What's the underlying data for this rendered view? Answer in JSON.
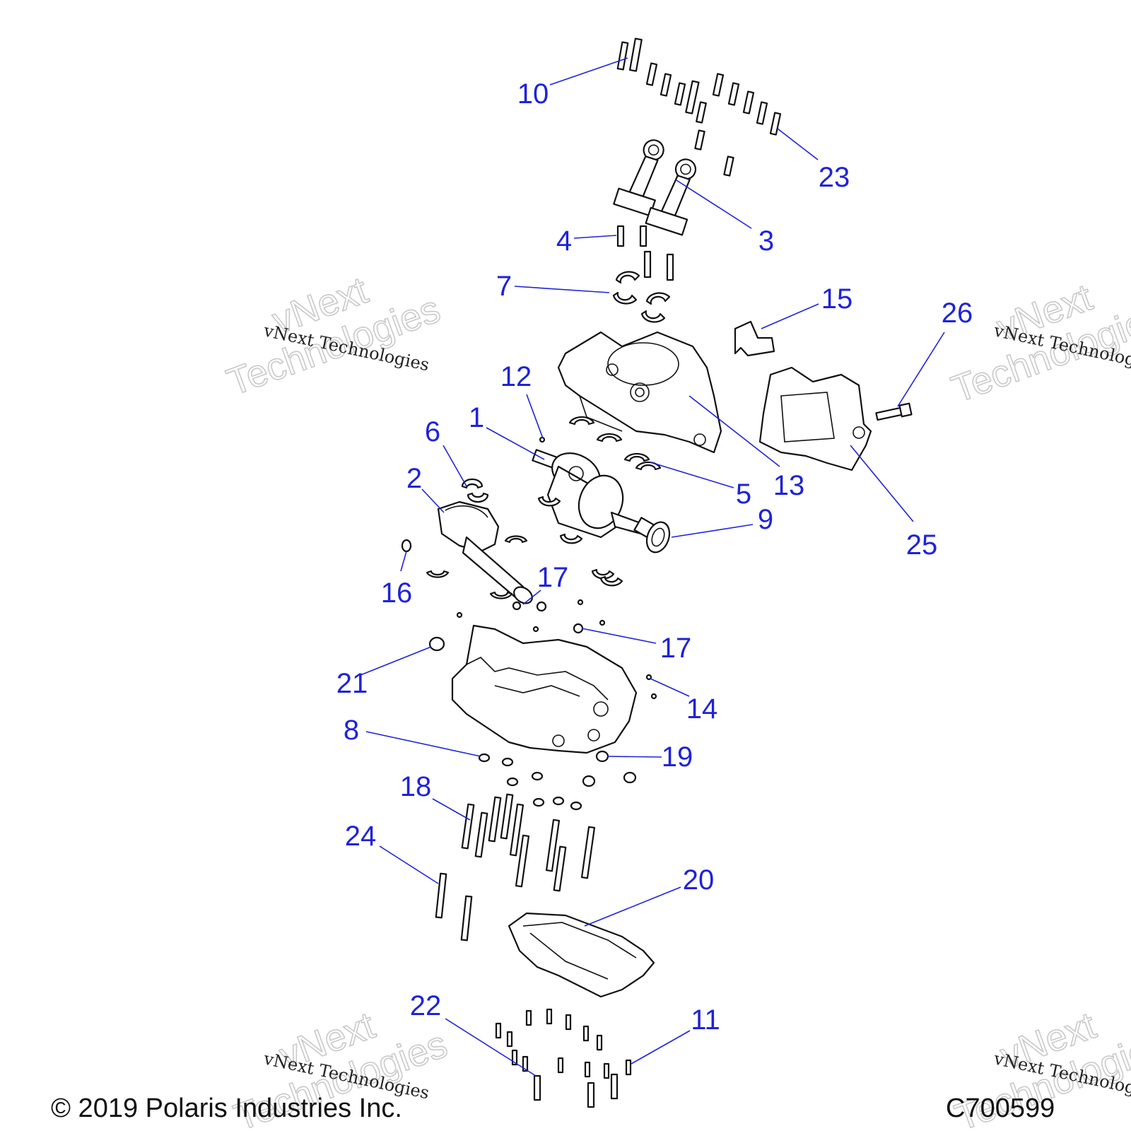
{
  "callouts": [
    "10",
    "23",
    "3",
    "4",
    "7",
    "15",
    "26",
    "12",
    "1",
    "6",
    "2",
    "5",
    "13",
    "9",
    "25",
    "16",
    "17",
    "17",
    "21",
    "14",
    "8",
    "19",
    "18",
    "24",
    "20",
    "22",
    "11"
  ],
  "watermark": {
    "brand": "vNext",
    "brand_line2": "Technologies",
    "company": "vNext Technologies"
  },
  "footer": {
    "copyright": "© 2019 Polaris Industries Inc.",
    "figure_code": "C700599"
  },
  "colors": {
    "callout": "#1f23d6",
    "line_art": "#111111",
    "watermark": "#c9c9c9"
  }
}
